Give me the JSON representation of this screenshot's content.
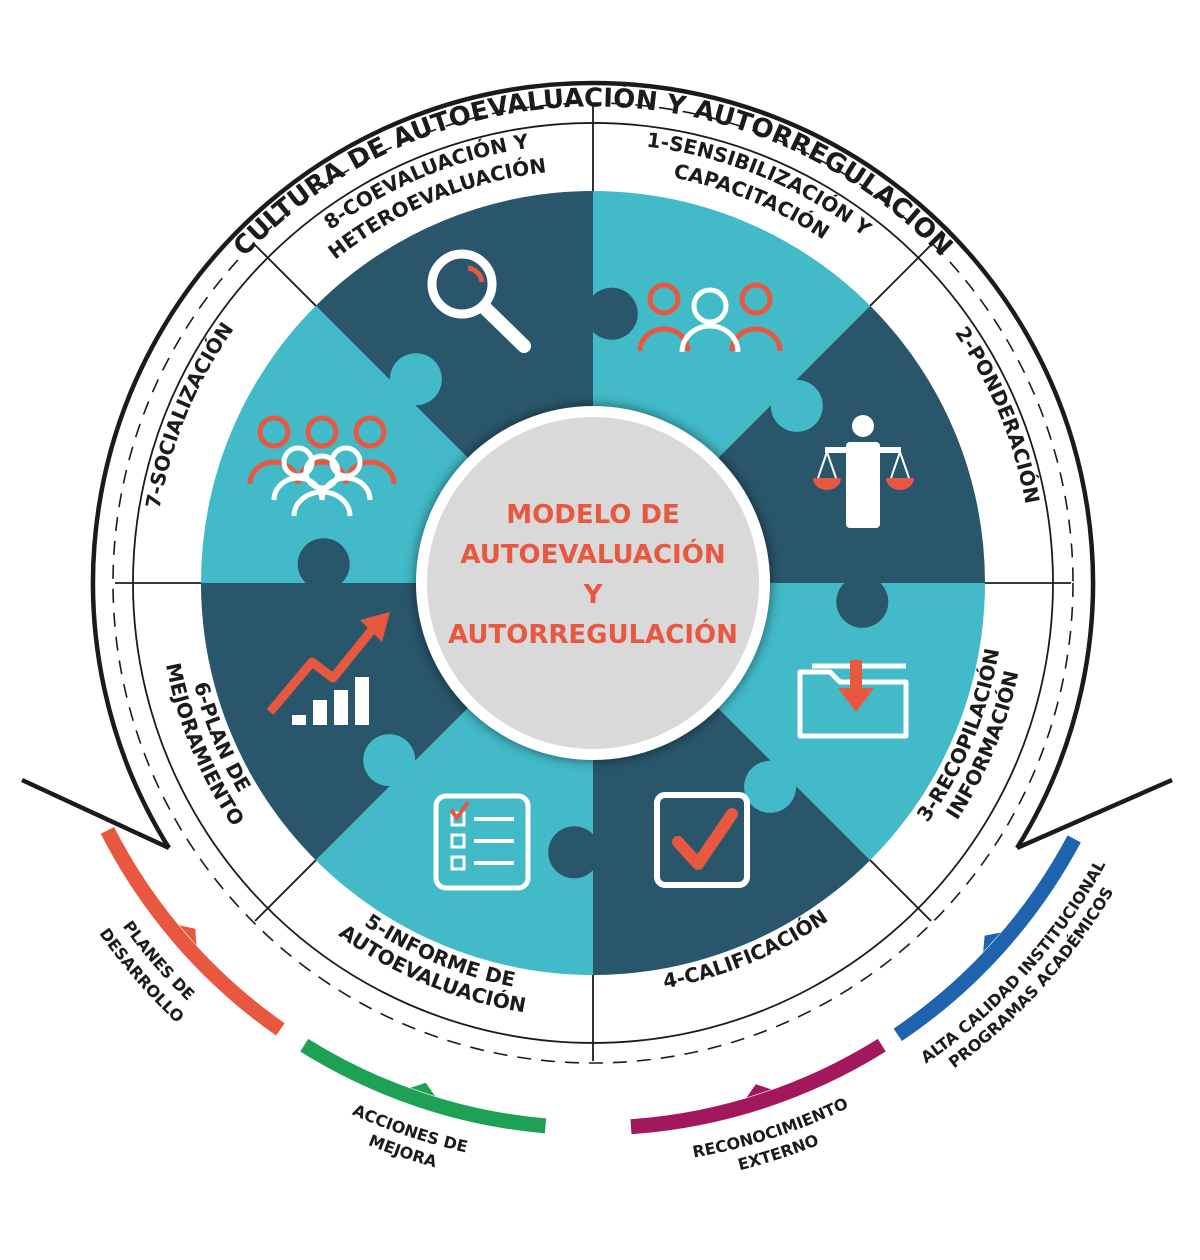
{
  "outer_title": "CULTURA DE AUTOEVALUACIÓN Y AUTORREGULACIÓN",
  "center": {
    "lines": [
      "MODELO DE",
      "AUTOEVALUACIÓN",
      "Y",
      "AUTORREGULACIÓN"
    ]
  },
  "steps": [
    {
      "lines": [
        "1-SENSIBILIZACIÓN Y",
        "CAPACITACIÓN"
      ],
      "icon": "group-icon"
    },
    {
      "lines": [
        "2-PONDERACIÓN"
      ],
      "icon": "scales-icon"
    },
    {
      "lines": [
        "3-RECOPILACIÓN",
        "INFORMACIÓN"
      ],
      "icon": "folder-download-icon"
    },
    {
      "lines": [
        "4-CALIFICACIÓN"
      ],
      "icon": "checkmark-box-icon"
    },
    {
      "lines": [
        "5-INFORME DE",
        "AUTOEVALUACIÓN"
      ],
      "icon": "checklist-icon"
    },
    {
      "lines": [
        "6-PLAN DE",
        "MEJORAMIENTO"
      ],
      "icon": "growth-chart-icon"
    },
    {
      "lines": [
        "7-SOCIALIZACIÓN"
      ],
      "icon": "crowd-icon"
    },
    {
      "lines": [
        "8-COEVALUACIÓN Y",
        "HETEROEVALUACIÓN"
      ],
      "icon": "magnifier-icon"
    }
  ],
  "outcomes": [
    {
      "lines": [
        "PLANES DE",
        "DESARROLLO"
      ],
      "color": "#e8573f"
    },
    {
      "lines": [
        "ACCIONES DE",
        "MEJORA"
      ],
      "color": "#1fa155"
    },
    {
      "lines": [
        "RECONOCIMIENTO",
        "EXTERNO"
      ],
      "color": "#a3175d"
    },
    {
      "lines": [
        "ALTA CALIDAD INSTITUCIONAL",
        "PROGRAMAS ACADÉMICOS"
      ],
      "color": "#1e63ad"
    }
  ],
  "colors": {
    "dark": "#29566b",
    "light": "#42bac8",
    "accent": "#e8573f",
    "center_fill": "#d9d9da",
    "line": "#1b1b1b"
  }
}
